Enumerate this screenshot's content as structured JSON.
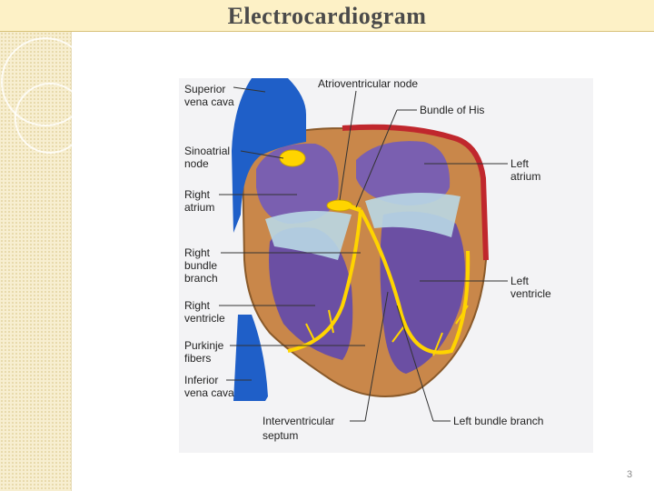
{
  "slide": {
    "title": "Electrocardiogram",
    "page_number": "3"
  },
  "diagram": {
    "labels": {
      "superior_vena_cava": [
        "Superior",
        "vena cava"
      ],
      "sinoatrial_node": [
        "Sinoatrial",
        "node"
      ],
      "right_atrium": [
        "Right",
        "atrium"
      ],
      "right_bundle_branch": [
        "Right",
        "bundle",
        "branch"
      ],
      "right_ventricle": [
        "Right",
        "ventricle"
      ],
      "purkinje_fibers": [
        "Purkinje",
        "fibers"
      ],
      "inferior_vena_cava": [
        "Inferior",
        "vena cava"
      ],
      "atrioventricular_node": "Atrioventricular node",
      "bundle_of_his": "Bundle of His",
      "left_atrium": [
        "Left",
        "atrium"
      ],
      "left_ventricle": [
        "Left",
        "ventricle"
      ],
      "interventricular_septum": [
        "Interventricular",
        "septum"
      ],
      "left_bundle_branch": "Left bundle branch"
    },
    "colors": {
      "vena_cava": "#1f5fc8",
      "muscle": "#c9874a",
      "chamber": "#7a5fb0",
      "conduction": "#ffd400",
      "aorta_rim": "#c0272d",
      "valve": "#b9d8e6"
    }
  }
}
